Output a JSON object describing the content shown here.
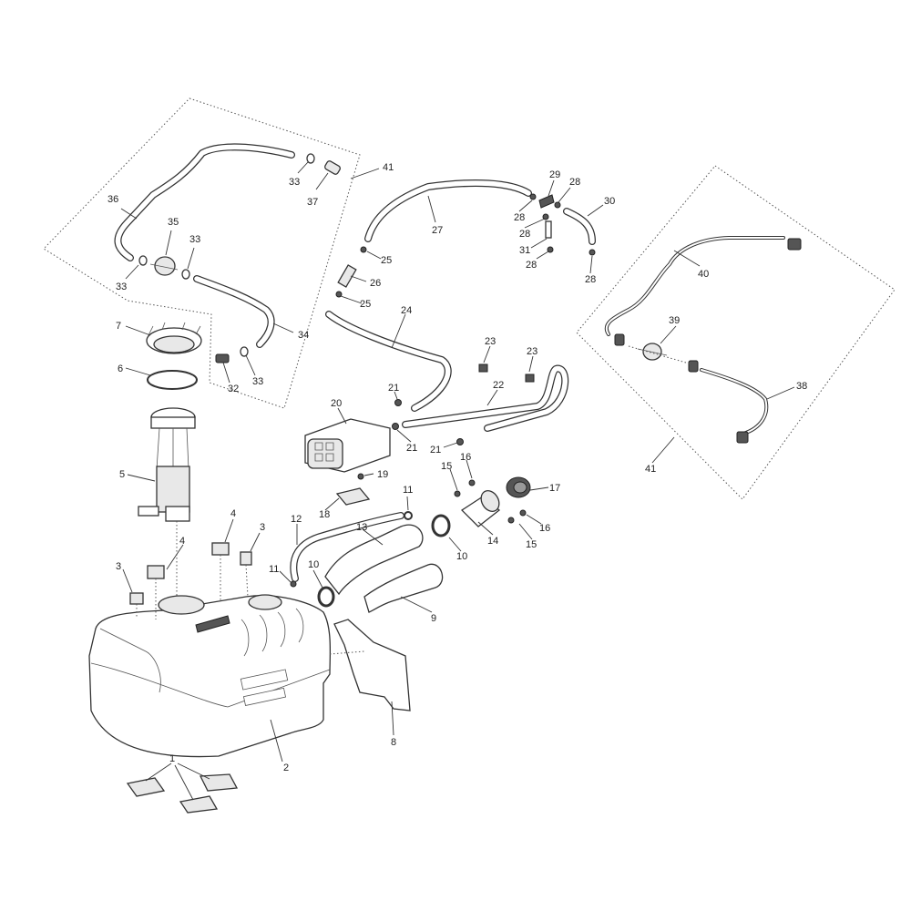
{
  "callouts": {
    "c1": "1",
    "c2": "2",
    "c3a": "3",
    "c3b": "3",
    "c4a": "4",
    "c4b": "4",
    "c5": "5",
    "c6": "6",
    "c7": "7",
    "c8": "8",
    "c9": "9",
    "c10a": "10",
    "c10b": "10",
    "c11a": "11",
    "c11b": "11",
    "c12": "12",
    "c13": "13",
    "c14": "14",
    "c15a": "15",
    "c15b": "15",
    "c16a": "16",
    "c16b": "16",
    "c17": "17",
    "c18": "18",
    "c19": "19",
    "c20": "20",
    "c21a": "21",
    "c21b": "21",
    "c21c": "21",
    "c22": "22",
    "c23a": "23",
    "c23b": "23",
    "c24": "24",
    "c25a": "25",
    "c25b": "25",
    "c26": "26",
    "c27": "27",
    "c28a": "28",
    "c28b": "28",
    "c28c": "28",
    "c28d": "28",
    "c28e": "28",
    "c29": "29",
    "c30": "30",
    "c31": "31",
    "c32": "32",
    "c33a": "33",
    "c33b": "33",
    "c33c": "33",
    "c33d": "33",
    "c34": "34",
    "c35": "35",
    "c36": "36",
    "c37": "37",
    "c38": "38",
    "c39": "39",
    "c40": "40",
    "c41a": "41",
    "c41b": "41"
  }
}
